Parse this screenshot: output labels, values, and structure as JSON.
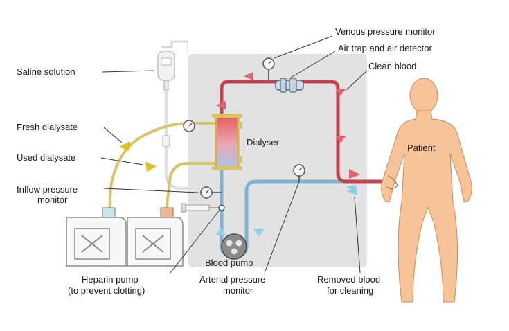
{
  "labels": {
    "venous_pressure_monitor": "Venous pressure monitor",
    "air_trap": "Air trap and air detector",
    "clean_blood": "Clean blood",
    "saline_solution": "Saline solution",
    "fresh_dialysate": "Fresh dialysate",
    "used_dialysate": "Used dialysate",
    "inflow_line1": "Inflow pressure",
    "inflow_line2": "monitor",
    "dialyser": "Dialyser",
    "patient": "Patient",
    "blood_pump": "Blood pump",
    "heparin_line1": "Heparin pump",
    "heparin_line2": "(to prevent clotting)",
    "arterial_line1": "Arterial pressure",
    "arterial_line2": "monitor",
    "removed_line1": "Removed blood",
    "removed_line2": "for cleaning"
  },
  "colors": {
    "machine_panel": "#e2e2e2",
    "clean_blood_line": "#c2434f",
    "removed_blood_line": "#7fb3cc",
    "dialysate_line": "#d9c46a",
    "patient_skin": "#f7c49a",
    "arrow_red": "#e0646e",
    "arrow_blue": "#8fd0e6",
    "arrow_yellow": "#e0c020"
  },
  "icons": [
    "gauge-icon",
    "saline-bag-icon",
    "canister-icon",
    "syringe-icon",
    "pump-icon"
  ]
}
